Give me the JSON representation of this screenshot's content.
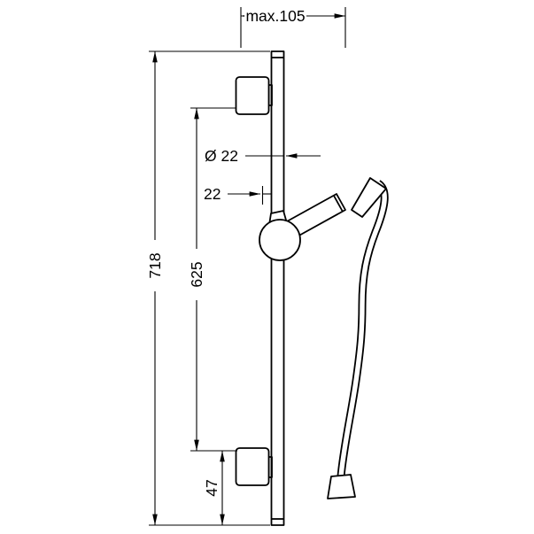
{
  "palette": {
    "background": "#ffffff",
    "line": "#000000"
  },
  "labels": {
    "max_width": "max.105",
    "overall_length": "718",
    "bracket_spacing": "625",
    "bar_diameter": "Ø 22",
    "slider_offset": "22",
    "bottom_offset": "47"
  }
}
